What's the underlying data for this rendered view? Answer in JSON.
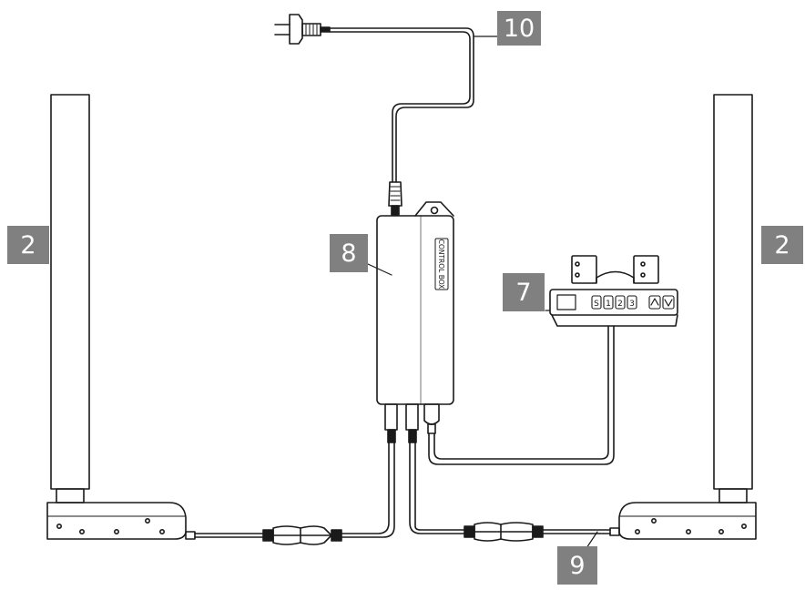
{
  "callouts": {
    "leg_left": "2",
    "leg_right": "2",
    "handset": "7",
    "control_box": "8",
    "motor_cable": "9",
    "power_cord": "10"
  },
  "control_box": {
    "label": "CONTROL BOX"
  },
  "handset": {
    "buttons": [
      "S",
      "1",
      "2",
      "3"
    ],
    "arrow_icons": [
      "arrow-up-icon",
      "arrow-down-icon"
    ]
  },
  "colors": {
    "line": "#1a1a1a",
    "callout_bg": "#808080",
    "callout_text": "#ffffff"
  }
}
